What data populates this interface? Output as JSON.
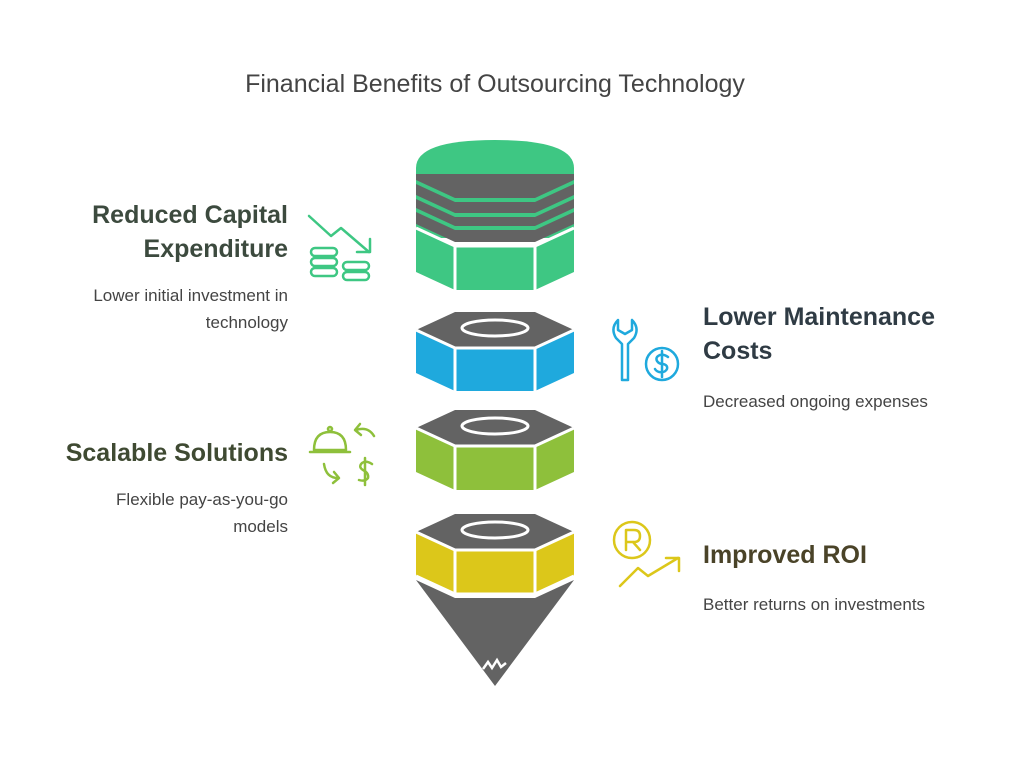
{
  "title": "Financial Benefits of Outsourcing Technology",
  "colors": {
    "green": "#3ec783",
    "blue": "#1fa9dd",
    "lime": "#8ec03b",
    "yellow": "#dcc71a",
    "dark": "#636363"
  },
  "items": [
    {
      "heading_line1": "Reduced Capital",
      "heading_line2": "Expenditure",
      "desc_line1": "Lower initial investment in",
      "desc_line2": "technology",
      "icon": "coins-down-trend-icon",
      "color": "#3ec783"
    },
    {
      "heading_line1": "Lower Maintenance",
      "heading_line2": "Costs",
      "desc_line1": "Decreased ongoing expenses",
      "icon": "wrench-dollar-icon",
      "color": "#1fa9dd"
    },
    {
      "heading_line1": "Scalable Solutions",
      "desc_line1": "Flexible pay-as-you-go",
      "desc_line2": "models",
      "icon": "service-dollar-cycle-icon",
      "color": "#8ec03b"
    },
    {
      "heading_line1": "Improved ROI",
      "desc_line1": "Better returns on investments",
      "icon": "rupee-growth-icon",
      "color": "#dcc71a"
    }
  ]
}
